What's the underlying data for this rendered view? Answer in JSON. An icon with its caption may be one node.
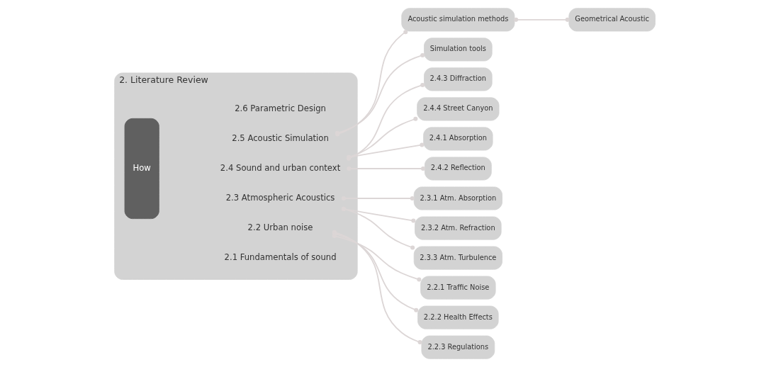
{
  "diagram": {
    "nodes": [
      {
        "text": [
          "2. Literature Review"
        ]
      },
      {
        "text": [
          "How"
        ],
        "in": 0
      },
      {
        "text": [
          "2.1 Fundamentals of sound"
        ],
        "in": 0
      },
      {
        "text": [
          "2.2 Urban noise"
        ],
        "in": 0
      },
      {
        "text": [
          "2.3 Atmospheric Acoustics"
        ],
        "in": 0
      },
      {
        "text": [
          "2.4 Sound and urban context"
        ],
        "in": 0
      },
      {
        "text": [
          "2.5 Acoustic Simulation"
        ],
        "in": 0
      },
      {
        "text": [
          "2.6 Parametric Design"
        ],
        "in": 0
      },
      {
        "text": [
          "2.2.1 Traffic Noise"
        ]
      },
      {
        "text": [
          "2.2.2 Health Effects"
        ]
      },
      {
        "text": [
          "2.2.3 Regulations"
        ]
      },
      {
        "text": [
          "2.3.1 Atm. Absorption"
        ]
      },
      {
        "text": [
          "2.3.2 Atm. Refraction"
        ]
      },
      {
        "text": [
          "2.3.3 Atm. Turbulence"
        ]
      },
      {
        "text": [
          "2.4.1 Absorption"
        ]
      },
      {
        "text": [
          "2.4.2 Reflection"
        ]
      },
      {
        "text": [
          "2.4.3 Diffraction"
        ]
      },
      {
        "text": [
          "2.4.4 Street Canyon"
        ]
      },
      {
        "text": [
          "Acoustic simulation methods"
        ]
      },
      {
        "text": [
          "Geometrical Acoustic"
        ]
      },
      {
        "text": [
          "Simulation tools"
        ]
      }
    ],
    "edges": [
      {
        "from": 3,
        "to": 8,
        "arrow": "other"
      },
      {
        "from": 3,
        "to": 9,
        "arrow": "other"
      },
      {
        "from": 3,
        "to": 10,
        "arrow": "other"
      },
      {
        "from": 4,
        "to": 11,
        "arrow": "other"
      },
      {
        "from": 4,
        "to": 12,
        "arrow": "other"
      },
      {
        "from": 4,
        "to": 13,
        "arrow": "other"
      },
      {
        "from": 5,
        "to": 14,
        "arrow": "other"
      },
      {
        "from": 5,
        "to": 15,
        "arrow": "other"
      },
      {
        "from": 5,
        "to": 16,
        "arrow": "other"
      },
      {
        "from": 5,
        "to": 17,
        "arrow": "other"
      },
      {
        "from": 6,
        "to": 18,
        "arrow": "other"
      },
      {
        "from": 6,
        "to": 20,
        "arrow": "other"
      },
      {
        "from": 18,
        "to": 19,
        "arrow": "other"
      }
    ]
  }
}
